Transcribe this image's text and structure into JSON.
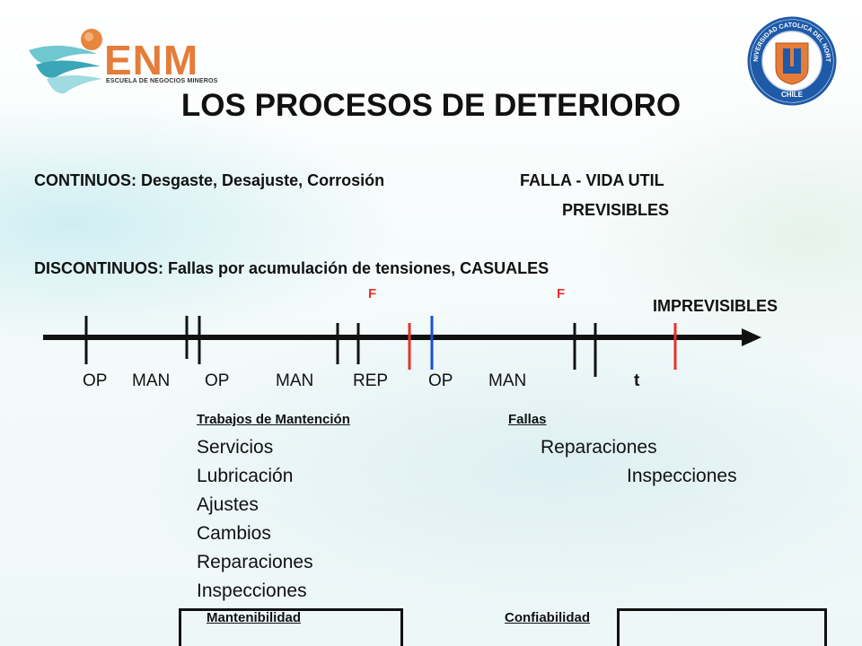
{
  "logo": {
    "brand": "ENM",
    "subtitle": "ESCUELA DE NEGOCIOS MINEROS"
  },
  "seal": {
    "ring_text": "UNIVERSIDAD CATOLICA DEL NORTE",
    "country": "CHILE",
    "letter": "U"
  },
  "title": "LOS PROCESOS DE DETERIORO",
  "continuos": {
    "label": "CONTINUOS: Desgaste, Desajuste, Corrosión",
    "right": "FALLA - VIDA UTIL",
    "sub": "PREVISIBLES"
  },
  "discontinuos": {
    "label": "DISCONTINUOS: Fallas por acumulación de tensiones, CASUALES"
  },
  "markers": {
    "f1": "F",
    "f2": "F"
  },
  "imprevisibles": "IMPREVISIBLES",
  "timeline_labels": [
    "OP",
    "MAN",
    "OP",
    "MAN",
    "REP",
    "OP",
    "MAN"
  ],
  "time_label": "t",
  "left_column": {
    "header": "Trabajos de Mantención",
    "items": [
      "Servicios",
      "Lubricación",
      "Ajustes",
      "Cambios",
      "Reparaciones",
      "Inspecciones"
    ],
    "footer": "Mantenibilidad"
  },
  "right_column": {
    "header": "Fallas",
    "items": [
      "Reparaciones",
      "Inspecciones"
    ],
    "footer": "Confiabilidad"
  },
  "colors": {
    "accent_orange": "#e47c3a",
    "marker_red": "#e8302c",
    "marker_blue": "#1a4fd6",
    "seal_blue": "#1e5aa8"
  }
}
